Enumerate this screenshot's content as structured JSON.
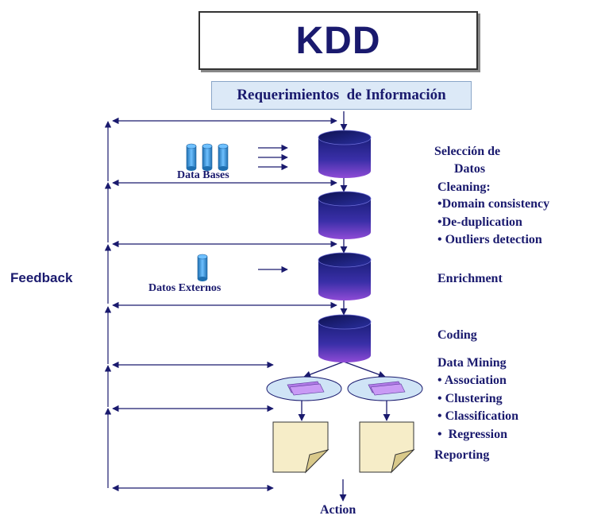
{
  "title": "KDD",
  "requirements": "Requerimientos  de Información",
  "sources": {
    "databases_label": "Data Bases",
    "external_label": "Datos Externos"
  },
  "feedback_label": "Feedback",
  "stages": {
    "selection_line1": "Selección de",
    "selection_line2": "Datos",
    "cleaning_title": "Cleaning:",
    "cleaning_items": [
      "•Domain consistency",
      "•De-duplication",
      "• Outliers detection"
    ],
    "enrichment": "Enrichment",
    "coding": "Coding",
    "mining_title": "Data Mining",
    "mining_items": [
      "• Association",
      "• Clustering",
      "• Classification",
      "•  Regression"
    ],
    "reporting": "Reporting"
  },
  "action_label": "Action",
  "colors": {
    "navy": "#1a1a6e",
    "db_top": "#1b1f7a",
    "db_bottom": "#8f4bd6",
    "ellipse_fill": "#cfe4f6",
    "report_fill": "#f6edc8",
    "small_db": "#2f8fd0"
  }
}
